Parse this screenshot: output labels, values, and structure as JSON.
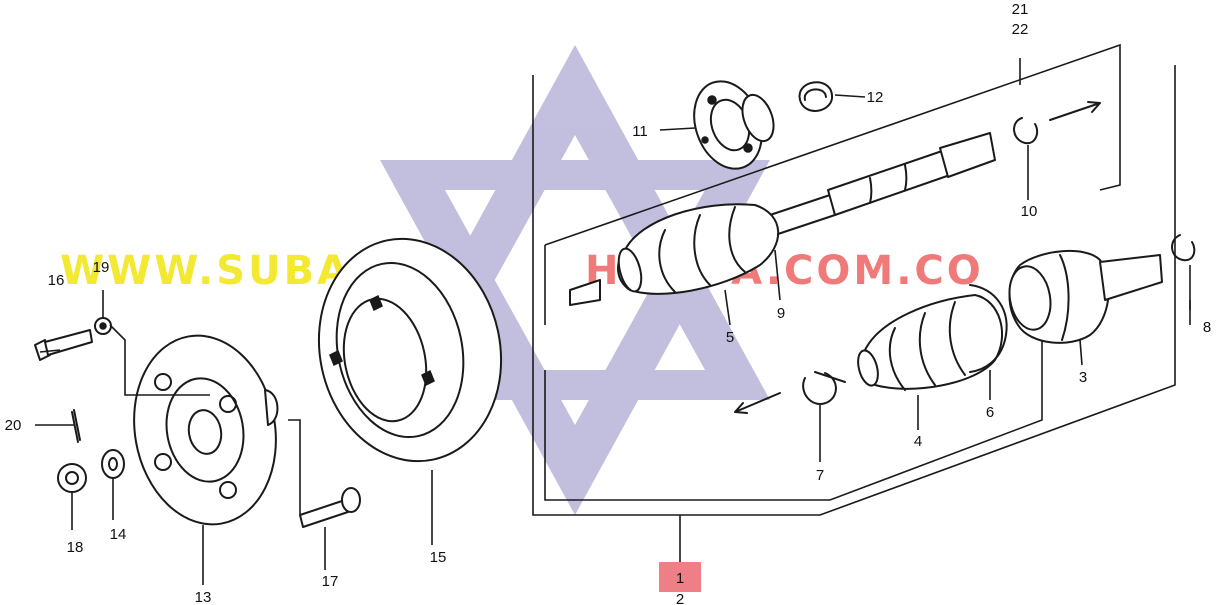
{
  "watermark": {
    "text_part1": "WWW.SUBARU",
    "text_part2": "HONDA.COM.CO",
    "color_part1": "#f2e61c",
    "color_part2": "#ef6b6b",
    "star_color": "#b8b4d9"
  },
  "callouts": {
    "c1": "1",
    "c2": "2",
    "c3": "3",
    "c4": "4",
    "c5": "5",
    "c6": "6",
    "c7": "7",
    "c8": "8",
    "c9": "9",
    "c10": "10",
    "c11": "11",
    "c12": "12",
    "c13": "13",
    "c14": "14",
    "c15": "15",
    "c16": "16",
    "c17": "17",
    "c18": "18",
    "c19": "19",
    "c20": "20",
    "c21": "21",
    "c22": "22"
  },
  "colors": {
    "line": "#1a1a1a",
    "highlight_box": "#ef7f86"
  }
}
